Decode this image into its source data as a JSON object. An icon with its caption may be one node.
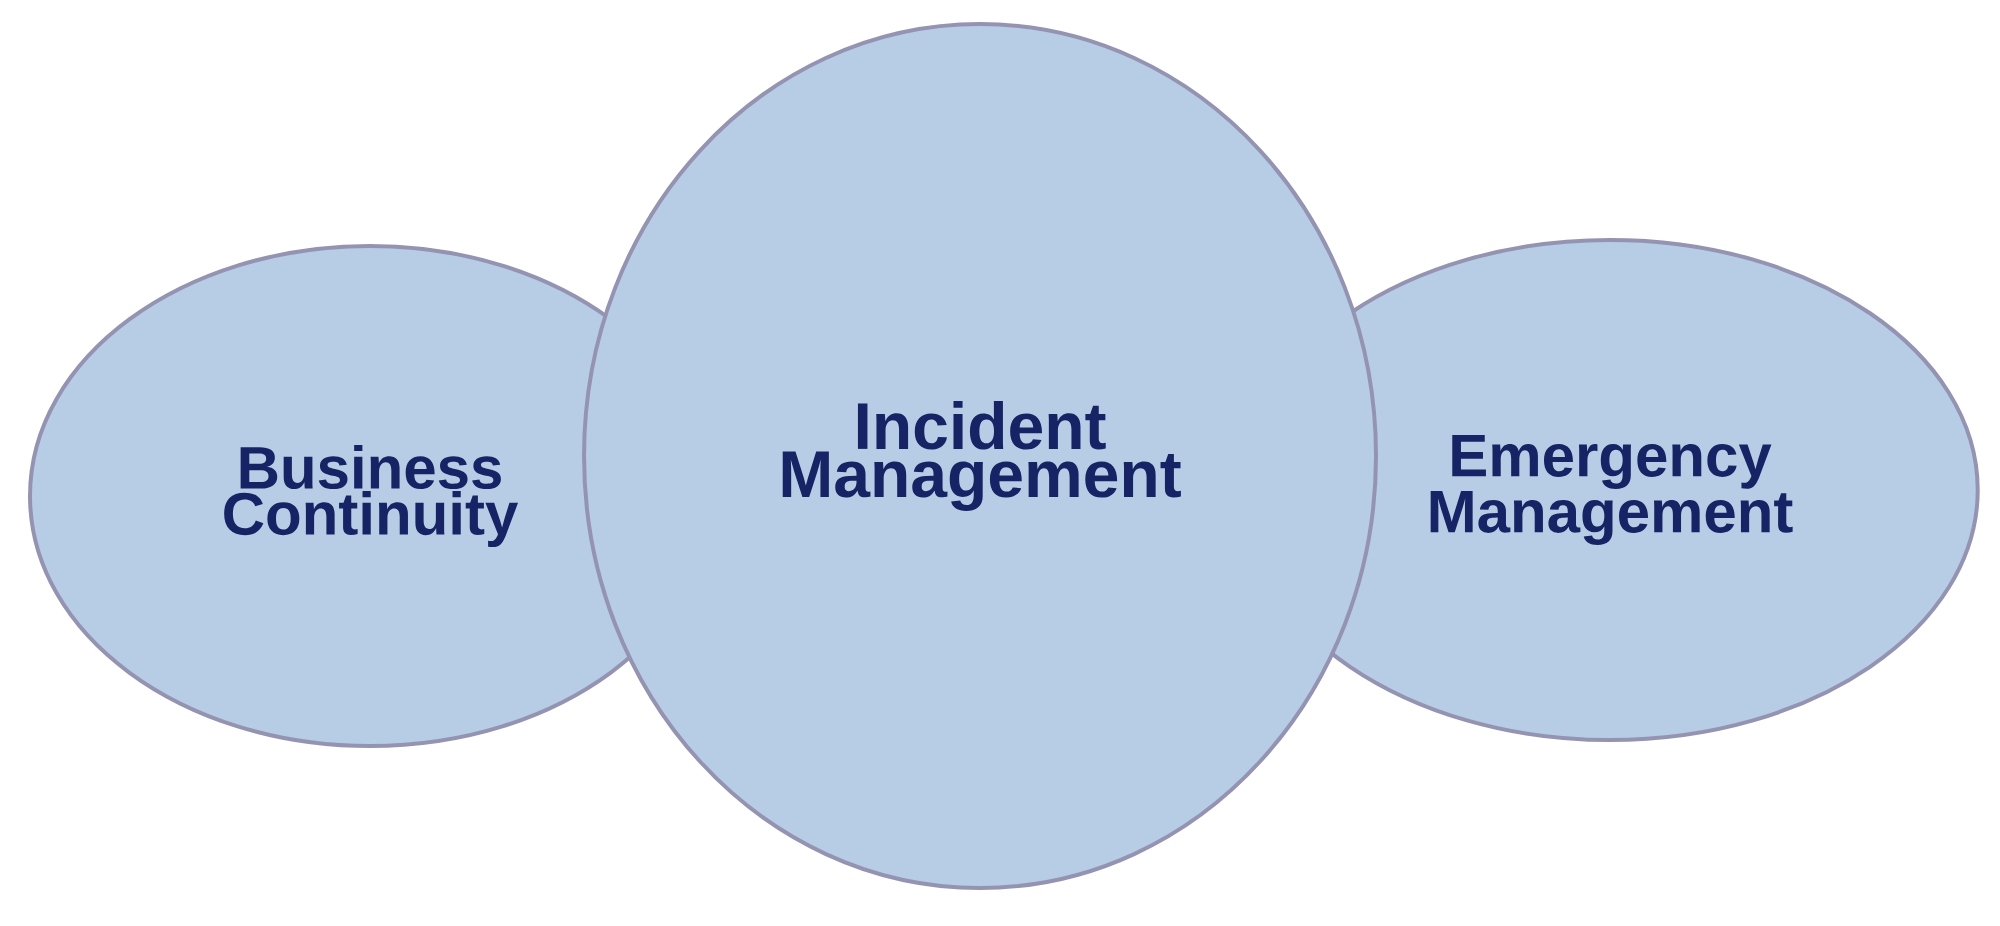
{
  "diagram": {
    "nodes": [
      {
        "text": [
          "Business Continuity"
        ]
      },
      {
        "text": [
          "Emergency Management"
        ]
      },
      {
        "text": [
          "Incident Management"
        ]
      }
    ]
  }
}
